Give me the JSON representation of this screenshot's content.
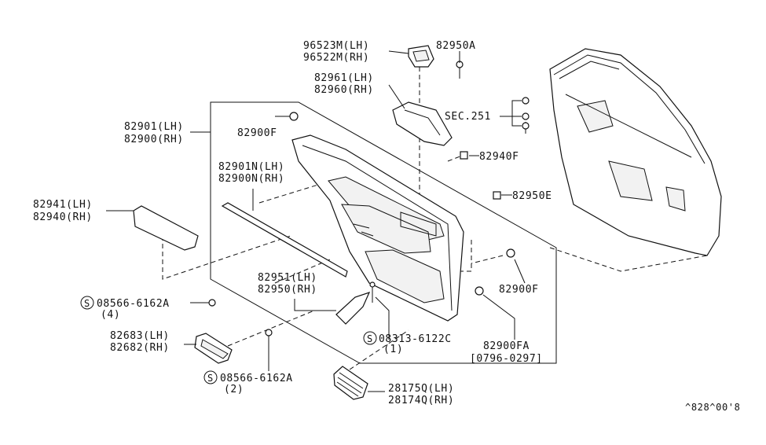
{
  "labels": {
    "p96523m": "96523M(LH)",
    "p96522m": "96522M(RH)",
    "p82950a": "82950A",
    "p82961": "82961(LH)",
    "p82960": "82960(RH)",
    "sec251": "SEC.251",
    "p82901": "82901(LH)",
    "p82900": "82900(RH)",
    "p82900f_top": "82900F",
    "p82940f": "82940F",
    "p82901n": "82901N(LH)",
    "p82900n": "82900N(RH)",
    "p82950e": "82950E",
    "p82941": "82941(LH)",
    "p82940": "82940(RH)",
    "p82951": "82951(LH)",
    "p82950": "82950(RH)",
    "p82900f_right": "82900F",
    "s08566_top": "08566-6162A",
    "s08566_top_qty": "(4)",
    "p82683": "82683(LH)",
    "p82682": "82682(RH)",
    "s08313": "08313-6122C",
    "s08313_qty": "(1)",
    "p82900fa": "82900FA",
    "p82900fa_range": "[0796-0297]",
    "s08566_bot": "08566-6162A",
    "s08566_bot_qty": "(2)",
    "p28175q": "28175Q(LH)",
    "p28174q": "28174Q(RH)",
    "screw_symbol": "S",
    "footer_code": "^828^00'8"
  }
}
